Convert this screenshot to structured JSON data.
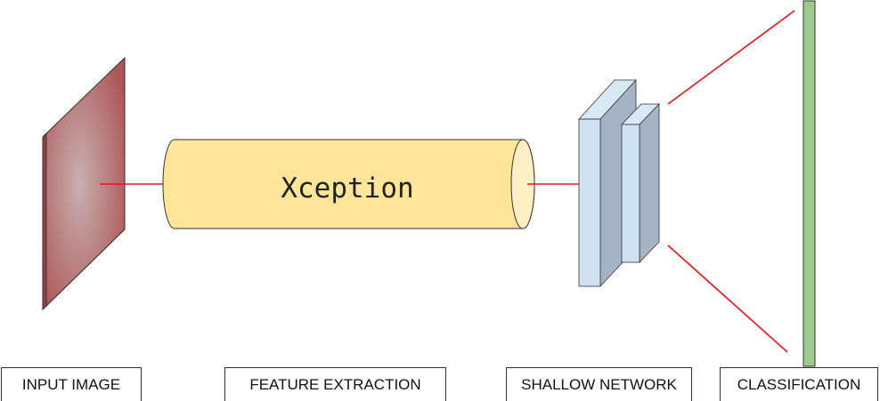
{
  "model": {
    "backbone_label": "Xception"
  },
  "stages": [
    {
      "label": "INPUT IMAGE"
    },
    {
      "label": "FEATURE EXTRACTION"
    },
    {
      "label": "SHALLOW NETWORK"
    },
    {
      "label": "CLASSIFICATION"
    }
  ],
  "colors": {
    "input_image": "#b15e60",
    "input_image_center": "#c8b0b0",
    "cylinder_fill": "#ffe59a",
    "shallow_layer_front": "#cfe2f3",
    "shallow_layer_side": "#a5b4c4",
    "classification_bar": "#9ccb8c",
    "connector_line": "#e8141a"
  }
}
